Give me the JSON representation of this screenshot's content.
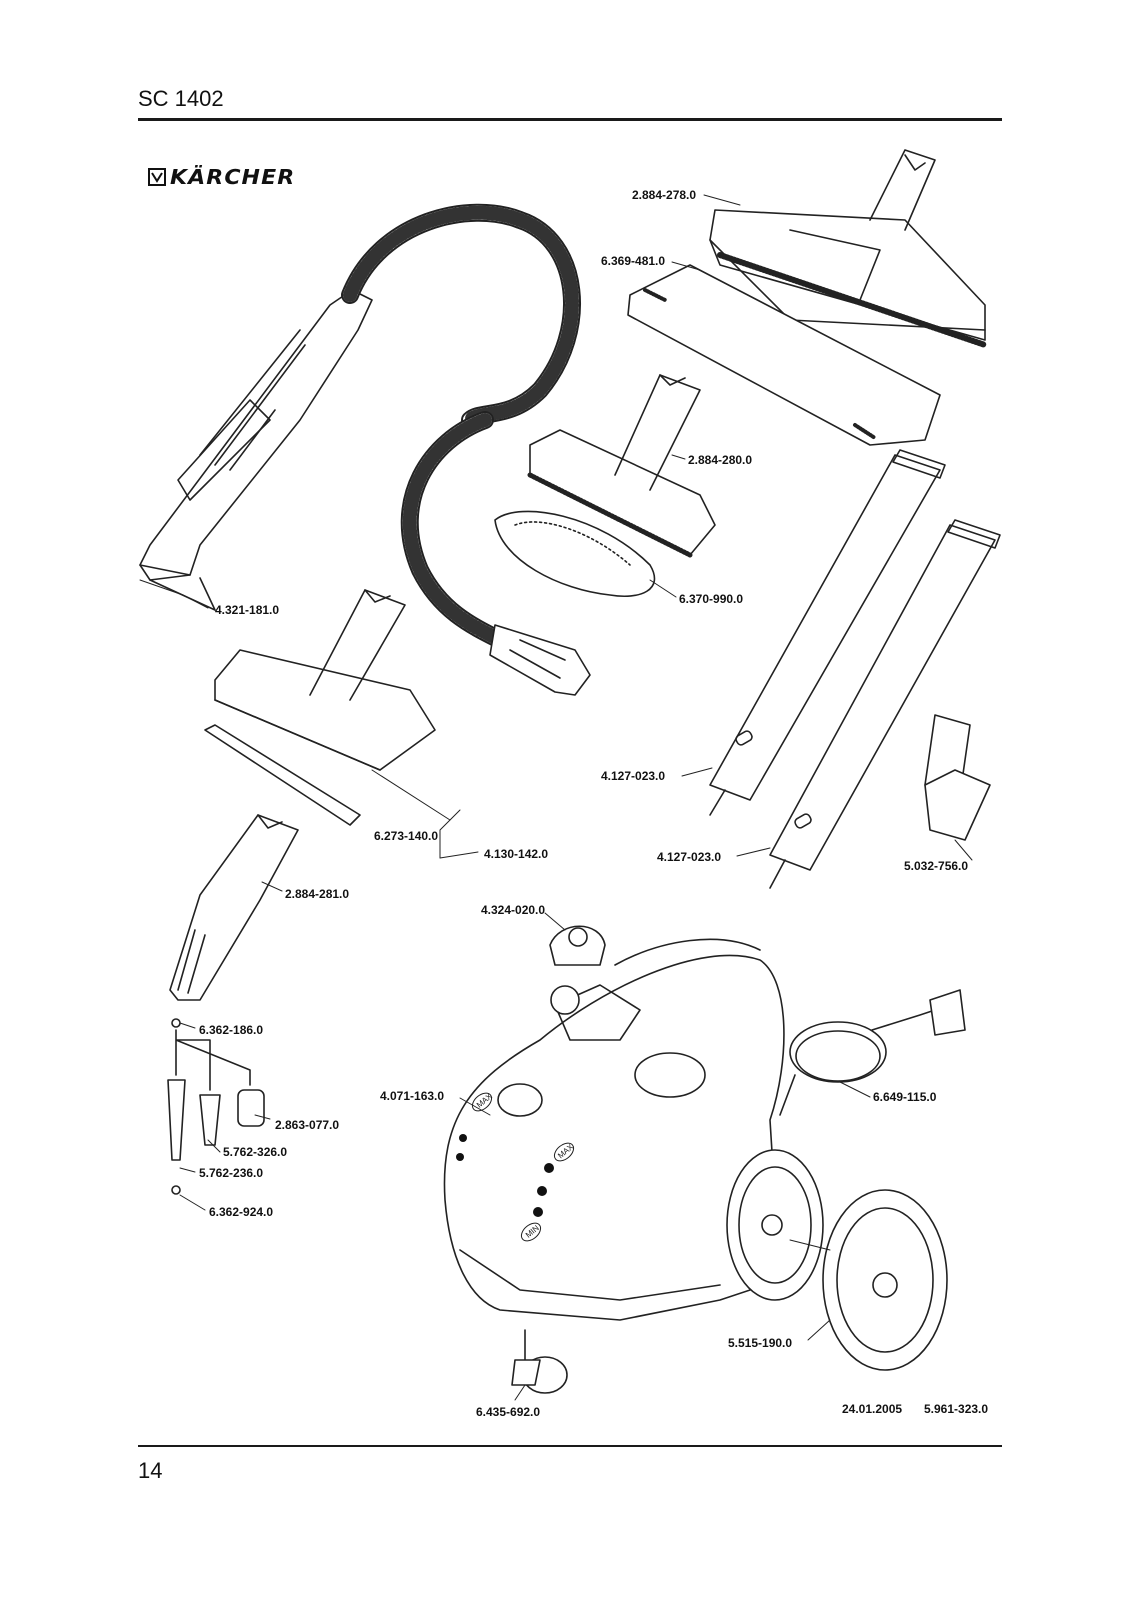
{
  "header": {
    "title": "SC 1402"
  },
  "brand": {
    "name": "KÄRCHER"
  },
  "footer": {
    "page_number": "14",
    "date": "24.01.2005",
    "doc_number": "5.961-323.0"
  },
  "parts": {
    "p_2884278": "2.884-278.0",
    "p_6369481": "6.369-481.0",
    "p_2884280": "2.884-280.0",
    "p_4321181": "4.321-181.0",
    "p_6370990": "6.370-990.0",
    "p_4127023a": "4.127-023.0",
    "p_6273140": "6.273-140.0",
    "p_4130142": "4.130-142.0",
    "p_4127023b": "4.127-023.0",
    "p_5032756": "5.032-756.0",
    "p_2884281": "2.884-281.0",
    "p_4324020": "4.324-020.0",
    "p_6362186": "6.362-186.0",
    "p_4071163": "4.071-163.0",
    "p_6649115": "6.649-115.0",
    "p_2863077": "2.863-077.0",
    "p_5762326": "5.762-326.0",
    "p_5762236": "5.762-236.0",
    "p_6362924": "6.362-924.0",
    "p_5515190": "5.515-190.0",
    "p_6435692": "6.435-692.0"
  },
  "machine_marks": {
    "max_label": "MAX",
    "min_label": "MIN"
  }
}
